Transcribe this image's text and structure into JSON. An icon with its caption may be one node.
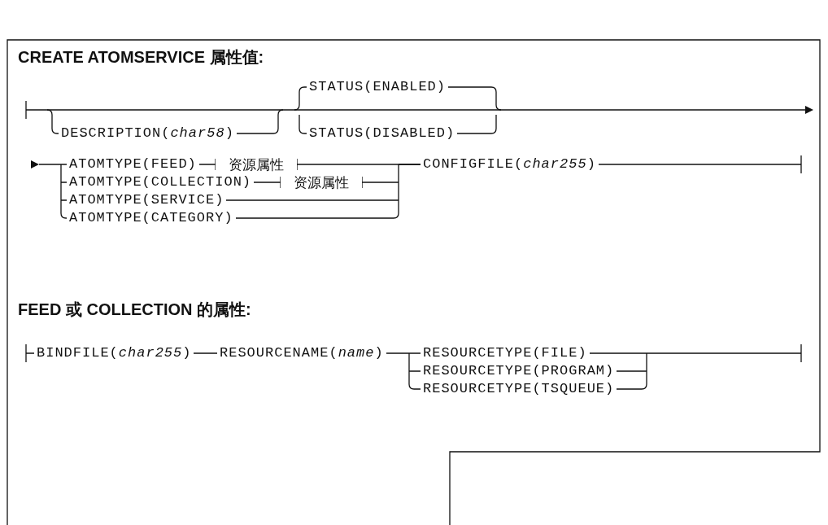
{
  "diagram": {
    "labels": [
      "CREATE ATOMSERVICE 属性值:",
      "STATUS(ENABLED)",
      "DESCRIPTION(*char58*)",
      "STATUS(DISABLED)",
      "ATOMTYPE(FEED)",
      "资源属性",
      "CONFIGFILE(*char255*)",
      "ATOMTYPE(COLLECTION)",
      "资源属性",
      "ATOMTYPE(SERVICE)",
      "ATOMTYPE(CATEGORY)",
      "FEED 或 COLLECTION 的属性:",
      "BINDFILE(*char255*)",
      "RESOURCENAME(*name*)",
      "RESOURCETYPE(FILE)",
      "RESOURCETYPE(PROGRAM)",
      "RESOURCETYPE(TSQUEUE)"
    ]
  }
}
